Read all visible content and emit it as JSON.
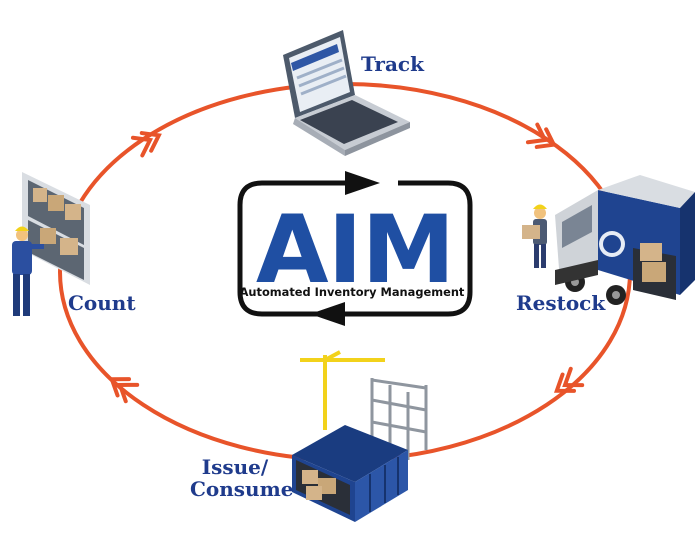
{
  "colors": {
    "cycle": "#e8542a",
    "label": "#1f3b8c",
    "aim_blue": "#1f4fa3",
    "frame": "#111111",
    "container": "#1f4490",
    "crane": "#f2d21b"
  },
  "center": {
    "title": "AIM",
    "subtitle": "Automated Inventory Management"
  },
  "stages": {
    "track": "Track",
    "restock": "Restock",
    "issue_line1": "Issue/",
    "issue_line2": "Consume",
    "count": "Count"
  },
  "icons": [
    "laptop-icon",
    "delivery-truck-icon",
    "shipping-container-icon",
    "crane-icon",
    "warehouse-worker-icon",
    "shelf-icon",
    "cycle-arrow-icon"
  ]
}
